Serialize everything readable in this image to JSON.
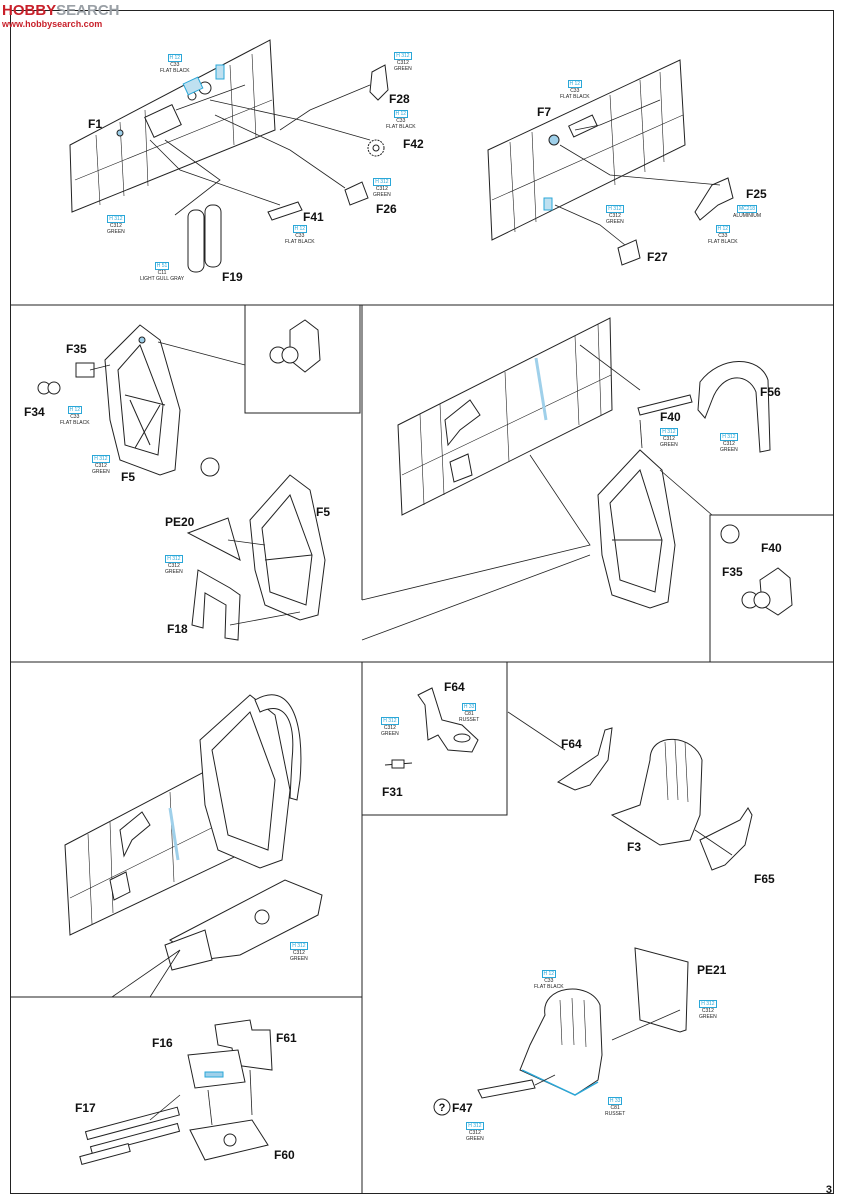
{
  "watermark": {
    "brand_a": "HOBBY",
    "brand_b": "SEARCH",
    "site": "www.hobbysearch.com"
  },
  "page_number": "3",
  "part_labels": {
    "F1": "F1",
    "F28": "F28",
    "F42": "F42",
    "F41": "F41",
    "F26": "F26",
    "F19": "F19",
    "F7": "F7",
    "F25": "F25",
    "F27": "F27",
    "F35a": "F35",
    "F34": "F34",
    "F5a": "F5",
    "F5b": "F5",
    "PE20": "PE20",
    "F18": "F18",
    "F40a": "F40",
    "F56": "F56",
    "F40b": "F40",
    "F35b": "F35",
    "F64a": "F64",
    "F31": "F31",
    "F64b": "F64",
    "F3": "F3",
    "F65": "F65",
    "F16": "F16",
    "F61": "F61",
    "F17": "F17",
    "F60": "F60",
    "PE21": "PE21",
    "F47": "F47"
  },
  "paint_callouts": [
    {
      "id": "p1",
      "code": "H 12",
      "code2": "C33",
      "name": "FLAT BLACK"
    },
    {
      "id": "p2",
      "code": "H 312",
      "code2": "C312",
      "name": "GREEN"
    },
    {
      "id": "p3",
      "code": "H 12",
      "code2": "C33",
      "name": "FLAT BLACK"
    },
    {
      "id": "p4",
      "code": "H 312",
      "code2": "C312",
      "name": "GREEN"
    },
    {
      "id": "p5",
      "code": "H 312",
      "code2": "C312",
      "name": "GREEN"
    },
    {
      "id": "p6",
      "code": "H 12",
      "code2": "C33",
      "name": "FLAT BLACK"
    },
    {
      "id": "p7",
      "code": "H 51",
      "code2": "C11",
      "name": "LIGHT GULL GRAY"
    },
    {
      "id": "p8",
      "code": "H 12",
      "code2": "C33",
      "name": "FLAT BLACK"
    },
    {
      "id": "p9",
      "code": "H 312",
      "code2": "C312",
      "name": "GREEN"
    },
    {
      "id": "p10",
      "code": "MC218",
      "code2": "",
      "name": "ALUMINIUM"
    },
    {
      "id": "p11",
      "code": "H 12",
      "code2": "C33",
      "name": "FLAT BLACK"
    },
    {
      "id": "p12",
      "code": "H 12",
      "code2": "C33",
      "name": "FLAT BLACK"
    },
    {
      "id": "p13",
      "code": "H 312",
      "code2": "C312",
      "name": "GREEN"
    },
    {
      "id": "p14",
      "code": "H 312",
      "code2": "C312",
      "name": "GREEN"
    },
    {
      "id": "p15",
      "code": "H 312",
      "code2": "C312",
      "name": "GREEN"
    },
    {
      "id": "p16",
      "code": "H 312",
      "code2": "C312",
      "name": "GREEN"
    },
    {
      "id": "p17",
      "code": "H 312",
      "code2": "C312",
      "name": "GREEN"
    },
    {
      "id": "p18",
      "code": "H 33",
      "code2": "C81",
      "name": "RUSSET"
    },
    {
      "id": "p19",
      "code": "H 312",
      "code2": "C312",
      "name": "GREEN"
    },
    {
      "id": "p20",
      "code": "H 12",
      "code2": "C33",
      "name": "FLAT BLACK"
    },
    {
      "id": "p21",
      "code": "H 312",
      "code2": "C312",
      "name": "GREEN"
    },
    {
      "id": "p22",
      "code": "H 33",
      "code2": "C81",
      "name": "RUSSET"
    },
    {
      "id": "p23",
      "code": "H 312",
      "code2": "C312",
      "name": "GREEN"
    }
  ],
  "colors": {
    "line": "#222222",
    "paint_box": "#2aa7d8",
    "highlight": "#9fd0ea",
    "watermark": "#c8202a"
  },
  "icons": [
    "rotate-view-icon",
    "rotate-view-icon",
    "question-mark-icon"
  ]
}
